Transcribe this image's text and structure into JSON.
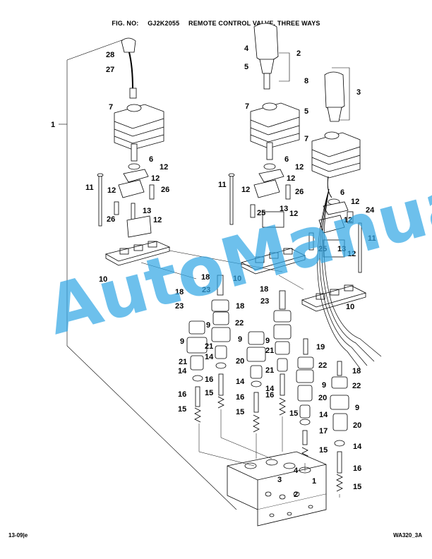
{
  "header": {
    "fig_label": "FIG. NO:",
    "fig_number": "GJ2K2055",
    "title": "REMOTE CONTROL VALVE, THREE WAYS"
  },
  "footer": {
    "left": "13-09|e",
    "right": "WA320_3A"
  },
  "watermark": "AutoManual",
  "colors": {
    "watermark": "#35a8e6",
    "lines": "#000000"
  },
  "callouts": [
    {
      "id": "c1",
      "label": "1"
    },
    {
      "id": "c2",
      "label": "2"
    },
    {
      "id": "c3",
      "label": "3"
    },
    {
      "id": "c4",
      "label": "4"
    },
    {
      "id": "c5",
      "label": "5"
    },
    {
      "id": "c6",
      "label": "6"
    },
    {
      "id": "c7",
      "label": "7"
    },
    {
      "id": "c8",
      "label": "8"
    },
    {
      "id": "c9",
      "label": "9"
    },
    {
      "id": "c10",
      "label": "10"
    },
    {
      "id": "c11",
      "label": "11"
    },
    {
      "id": "c12",
      "label": "12"
    },
    {
      "id": "c13",
      "label": "13"
    },
    {
      "id": "c14",
      "label": "14"
    },
    {
      "id": "c15",
      "label": "15"
    },
    {
      "id": "c16",
      "label": "16"
    },
    {
      "id": "c17",
      "label": "17"
    },
    {
      "id": "c18",
      "label": "18"
    },
    {
      "id": "c19",
      "label": "19"
    },
    {
      "id": "c20",
      "label": "20"
    },
    {
      "id": "c21",
      "label": "21"
    },
    {
      "id": "c22",
      "label": "22"
    },
    {
      "id": "c23",
      "label": "23"
    },
    {
      "id": "c24",
      "label": "24"
    },
    {
      "id": "c25",
      "label": "25"
    },
    {
      "id": "c26",
      "label": "26"
    },
    {
      "id": "c27",
      "label": "27"
    },
    {
      "id": "c28",
      "label": "28"
    }
  ]
}
